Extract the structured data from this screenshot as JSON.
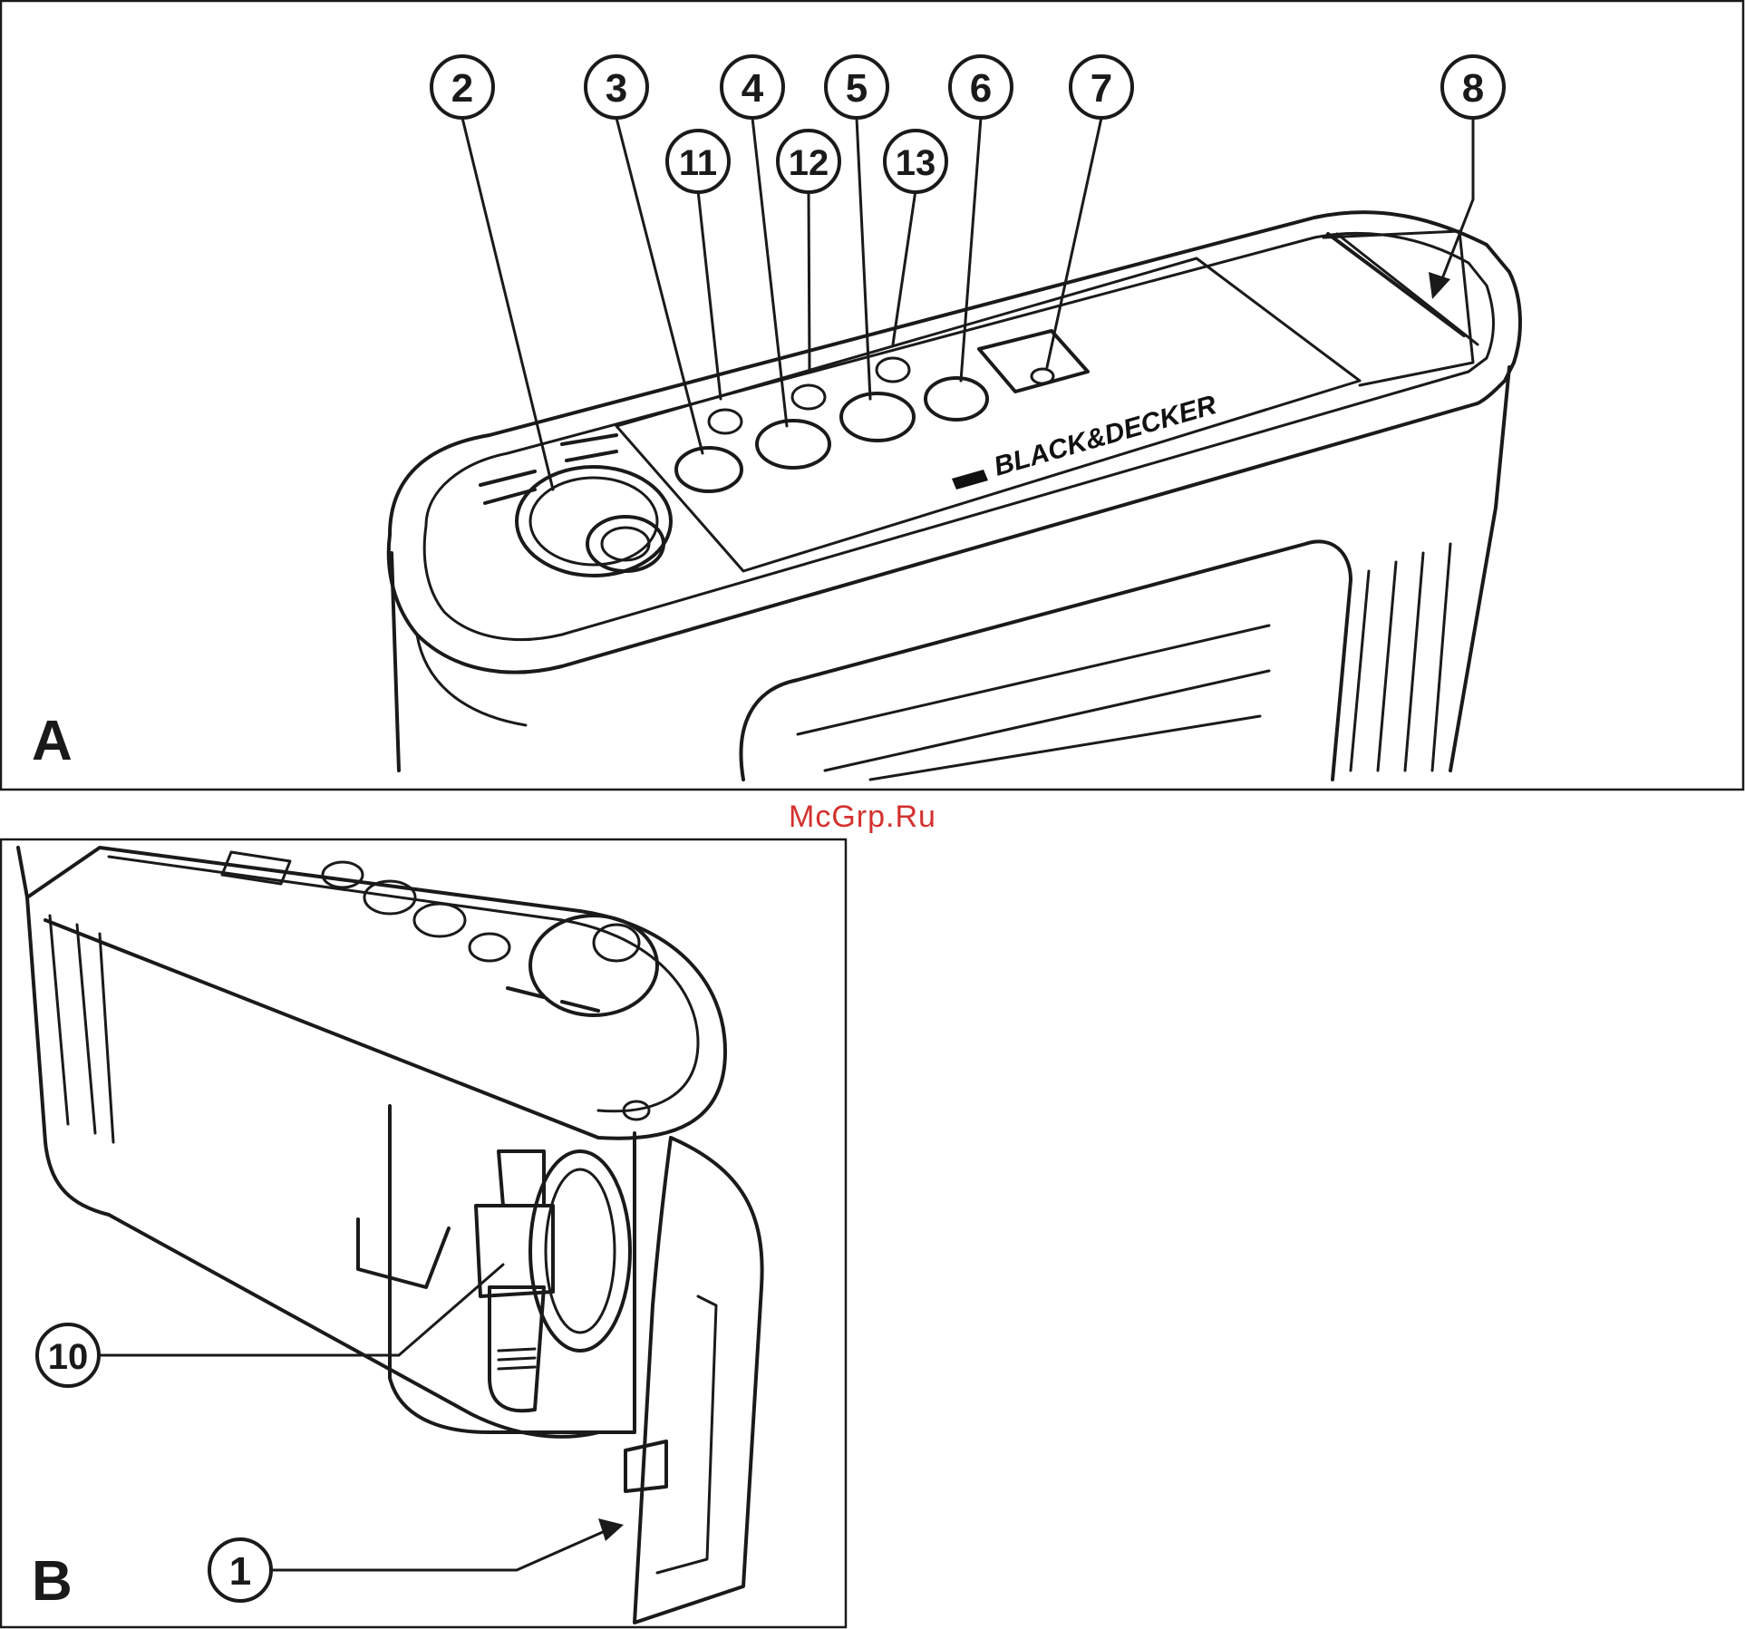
{
  "panels": {
    "a": {
      "label": "A"
    },
    "b": {
      "label": "B"
    }
  },
  "brand": {
    "logo": "BLACK&DECKER"
  },
  "watermark": {
    "text": "McGrp.Ru",
    "color": "#d3312f"
  },
  "callouts": {
    "c1": "1",
    "c2": "2",
    "c3": "3",
    "c4": "4",
    "c5": "5",
    "c6": "6",
    "c7": "7",
    "c8": "8",
    "c10": "10",
    "c11": "11",
    "c12": "12",
    "c13": "13"
  }
}
